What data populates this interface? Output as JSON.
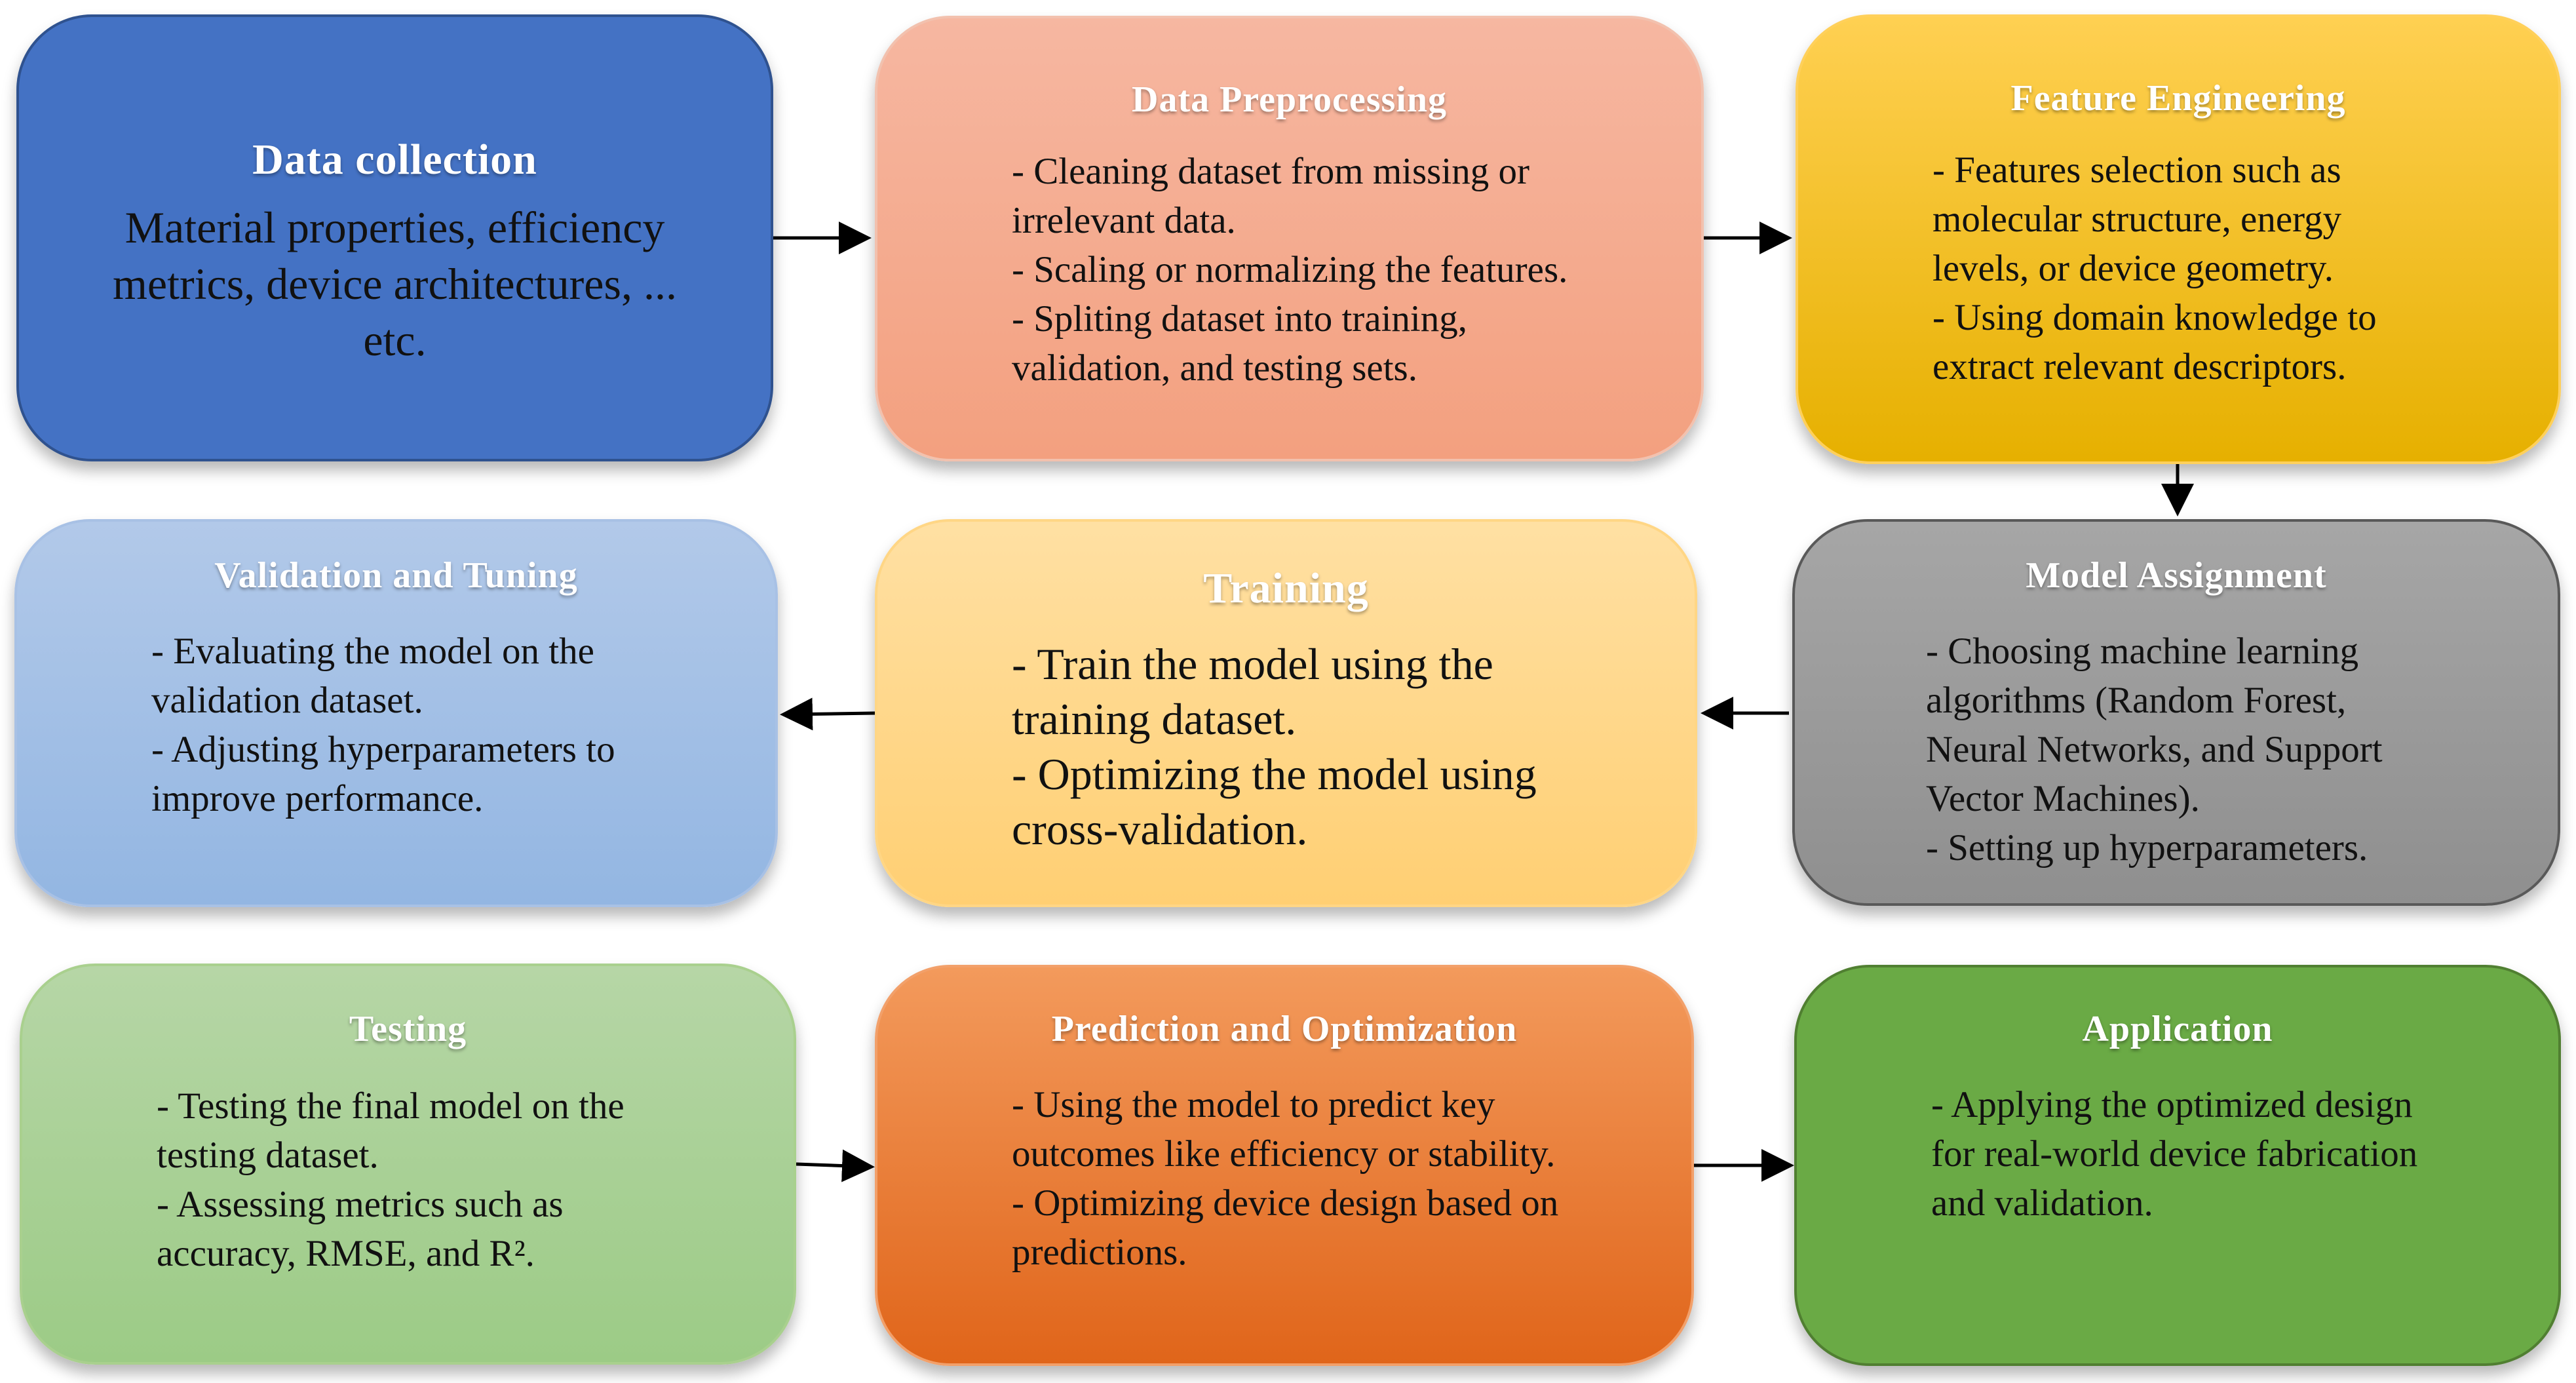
{
  "boxes": {
    "data_collection": {
      "title": "Data collection",
      "body": "Material properties, efficiency\nmetrics, device architectures, ...\netc."
    },
    "data_preprocessing": {
      "title": "Data Preprocessing",
      "body": "- Cleaning dataset from missing or\nirrelevant data.\n- Scaling or normalizing the features.\n- Spliting dataset into training,\nvalidation, and testing sets."
    },
    "feature_engineering": {
      "title": "Feature Engineering",
      "body": "- Features selection such as\nmolecular structure, energy\nlevels, or device geometry.\n- Using domain knowledge to\nextract relevant descriptors."
    },
    "validation_tuning": {
      "title": "Validation and Tuning",
      "body": "- Evaluating the model on the\nvalidation dataset.\n- Adjusting hyperparameters to\nimprove performance."
    },
    "training": {
      "title": "Training",
      "body": "- Train the model using the\ntraining dataset.\n- Optimizing the model using\ncross-validation."
    },
    "model_assignment": {
      "title": "Model Assignment",
      "body": "- Choosing machine learning\nalgorithms (Random Forest,\nNeural Networks, and Support\nVector Machines).\n- Setting up hyperparameters."
    },
    "testing": {
      "title": "Testing",
      "body": "- Testing the final model on the\ntesting dataset.\n- Assessing metrics such as\naccuracy, RMSE, and R²."
    },
    "prediction_optimization": {
      "title": "Prediction and Optimization",
      "body": "- Using the model to predict key\noutcomes like efficiency or stability.\n- Optimizing device design based on\npredictions."
    },
    "application": {
      "title": "Application",
      "body": "- Applying the optimized design\nfor real-world device fabrication\nand validation."
    }
  },
  "colors": {
    "data_collection": "#4472c4",
    "data_preprocessing": "#f4ab8f",
    "feature_engineering": "#f5c012",
    "validation_tuning": "#9fbde6",
    "training": "#ffd685",
    "model_assignment": "#999999",
    "testing": "#a9d08e",
    "prediction_optimization": "#ea7a35",
    "application": "#6aaa45",
    "arrow": "#000000"
  }
}
